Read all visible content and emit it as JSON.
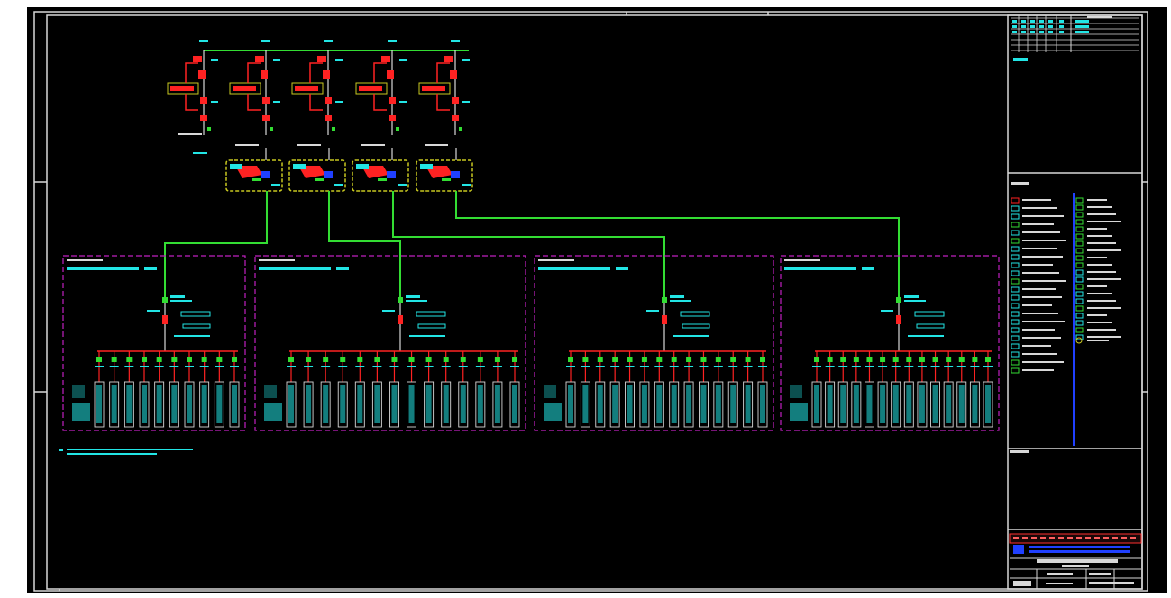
{
  "title_block": {
    "logo_text": "",
    "project_title": "",
    "drawing_title": "",
    "drawing_no": ""
  },
  "colors": {
    "background": "#000000",
    "frame": "#d8d8d8",
    "busbar": "#33dd33",
    "breaker": "#ff2222",
    "annotation": "#22e5e5",
    "enclosure": "#c8c820",
    "panel_boundary": "#c020c0",
    "legend_line": "#2040ff"
  },
  "diagram": {
    "generator_count": 5,
    "transformer_count": 4,
    "panel_count": 4,
    "panel_outgoing_circuits": [
      10,
      14,
      14,
      14
    ]
  }
}
